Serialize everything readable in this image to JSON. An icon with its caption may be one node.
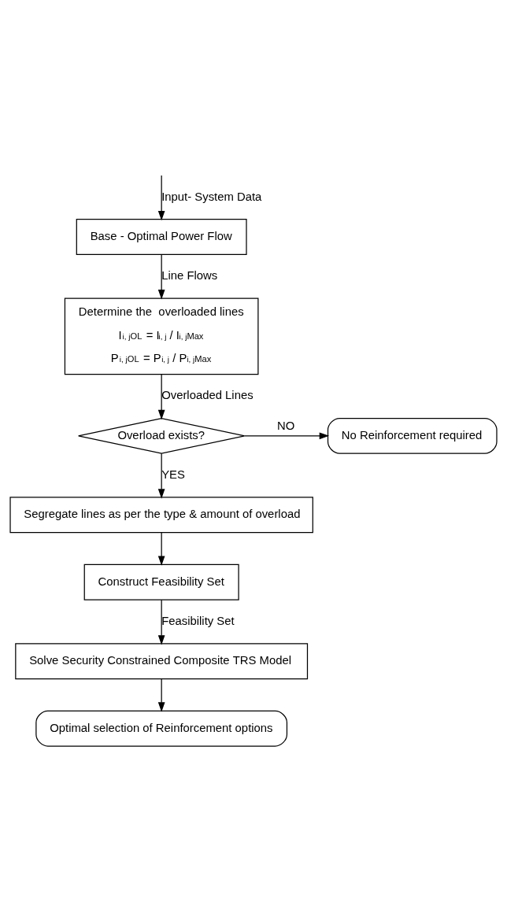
{
  "diagram": {
    "nodes": [
      {
        "text": [
          "Base - Optimal Power Flow"
        ]
      },
      {
        "text": [
          "Determine the  overloaded lines",
          "I$_{i, j}$$^{OL}$ = I$_{i, j}$ / I$_{i, j}$$^{Max}$",
          "P$_{i, j}$$^{OL}$ = P$_{i, j}$ / P$_{i, j}$$^{Max}$"
        ]
      },
      {
        "text": [
          "Overload exists?"
        ]
      },
      {
        "text": [
          "No Reinforcement required"
        ]
      },
      {
        "text": [
          "Segregate lines as per the type & amount of overload"
        ]
      },
      {
        "text": [
          "Construct Feasibility Set"
        ]
      },
      {
        "text": [
          "Solve Security Constrained Composite TRS Model"
        ]
      },
      {
        "text": [
          "Optimal selection of Reinforcement options"
        ]
      }
    ],
    "edges": [
      {
        "from": null,
        "to": 0,
        "arrow": "to",
        "label": "Input- System Data"
      },
      {
        "from": 0,
        "to": 1,
        "arrow": "to",
        "label": "Line Flows"
      },
      {
        "from": 1,
        "to": 2,
        "arrow": "to",
        "label": "Overloaded Lines"
      },
      {
        "from": 2,
        "to": 3,
        "arrow": "to",
        "label": "NO"
      },
      {
        "from": 2,
        "to": 4,
        "arrow": "to",
        "label": "YES"
      },
      {
        "from": 4,
        "to": 5,
        "arrow": "to"
      },
      {
        "from": 5,
        "to": 6,
        "arrow": "to",
        "label": "Feasibility Set"
      },
      {
        "from": 6,
        "to": 7,
        "arrow": "to"
      }
    ]
  }
}
